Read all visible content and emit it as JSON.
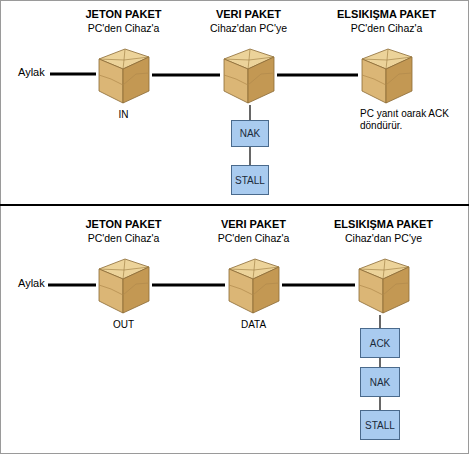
{
  "diagram": {
    "nodes": [
      {
        "text": [
          "JETON PAKET",
          "PC'den Cihaz'a",
          "IN"
        ]
      },
      {
        "text": [
          "VERI PAKET",
          "Cihaz'dan PC'ye"
        ]
      },
      {
        "text": [
          "ELSIKIŞMA PAKET",
          "PC'den Cihaz'a",
          "PC yanıt oarak ACK döndürür."
        ]
      },
      {
        "text": [
          "NAK"
        ]
      },
      {
        "text": [
          "STALL"
        ]
      },
      {
        "text": [
          "JETON PAKET",
          "PC'den Cihaz'a",
          "OUT"
        ]
      },
      {
        "text": [
          "VERI PAKET",
          "PC'den Cihaz'a",
          "DATA"
        ]
      },
      {
        "text": [
          "ELSIKIŞMA PAKET",
          "Cihaz'dan PC'ye"
        ]
      },
      {
        "text": [
          "ACK"
        ]
      },
      {
        "text": [
          "NAK"
        ]
      },
      {
        "text": [
          "STALL"
        ]
      }
    ],
    "edges": [
      {
        "from": 0,
        "to": 1,
        "arrow": "none"
      },
      {
        "from": 1,
        "to": 2,
        "arrow": "none"
      },
      {
        "from": 1,
        "to": 3,
        "arrow": "none"
      },
      {
        "from": 3,
        "to": 4,
        "arrow": "none"
      },
      {
        "from": 5,
        "to": 6,
        "arrow": "none"
      },
      {
        "from": 6,
        "to": 7,
        "arrow": "none"
      },
      {
        "from": 7,
        "to": 8,
        "arrow": "none"
      },
      {
        "from": 8,
        "to": 9,
        "arrow": "none"
      },
      {
        "from": 9,
        "to": 10,
        "arrow": "none"
      }
    ],
    "labels": [
      "Aylak",
      "Aylak"
    ]
  }
}
